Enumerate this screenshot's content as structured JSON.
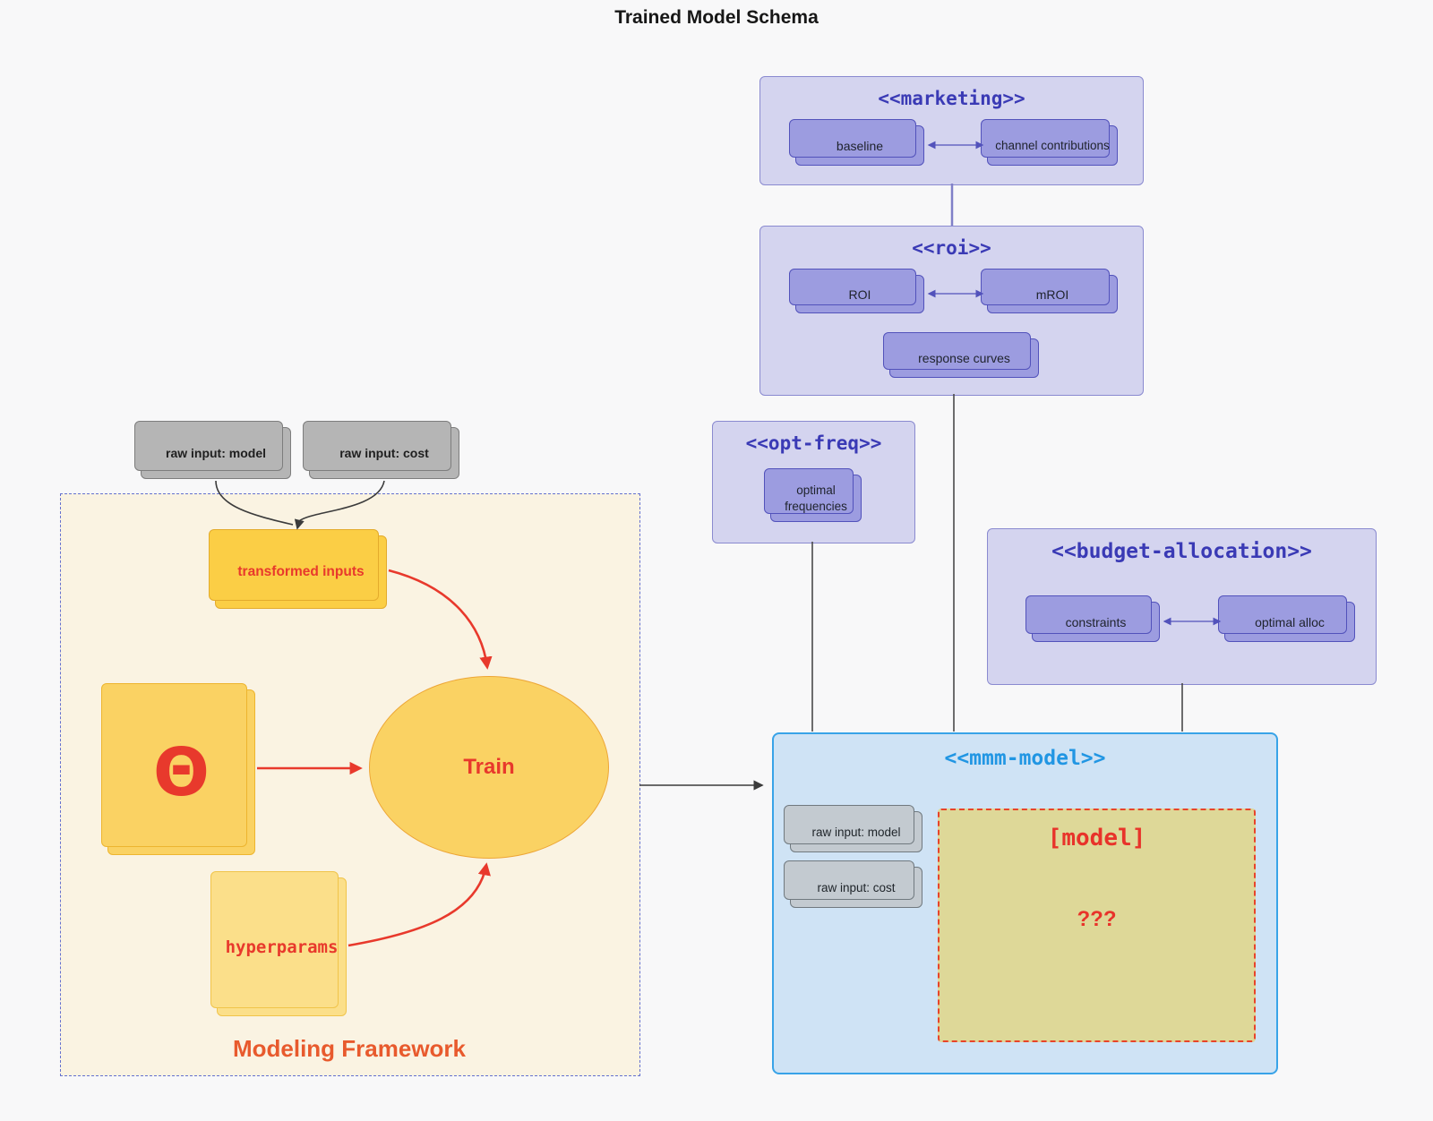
{
  "title": "Trained Model Schema",
  "clusters": {
    "marketing": {
      "title": "<<marketing>>",
      "cards": [
        "baseline",
        "channel contributions"
      ]
    },
    "roi": {
      "title": "<<roi>>",
      "cards": [
        "ROI",
        "mROI"
      ],
      "bottom_card": "response curves"
    },
    "opt_freq": {
      "title": "<<opt-freq>>",
      "card": "optimal frequencies"
    },
    "budget": {
      "title": "<<budget-allocation>>",
      "cards": [
        "constraints",
        "optimal alloc"
      ]
    },
    "mmm": {
      "title": "<<mmm-model>>",
      "cards": [
        "raw input: model",
        "raw input: cost"
      ],
      "model_box": {
        "label": "[model]",
        "question": "???"
      }
    }
  },
  "framework": {
    "label": "Modeling Framework",
    "raw_inputs": [
      "raw input: model",
      "raw input: cost"
    ],
    "transformed": "transformed inputs",
    "theta": "Θ",
    "train": "Train",
    "hyperparams": "hyperparams"
  },
  "colors": {
    "purple_fill": "#d4d4ef",
    "purple_card": "#9c9ce0",
    "purple_title": "#3a3ab5",
    "blue_border": "#38a3e8",
    "blue_fill": "#cfe3f5",
    "blue_title": "#2196e3",
    "red_accent": "#e8392c",
    "khaki_fill": "#ded898",
    "cream_fill": "#faf3e2",
    "gold_fill": "#fbce45"
  }
}
